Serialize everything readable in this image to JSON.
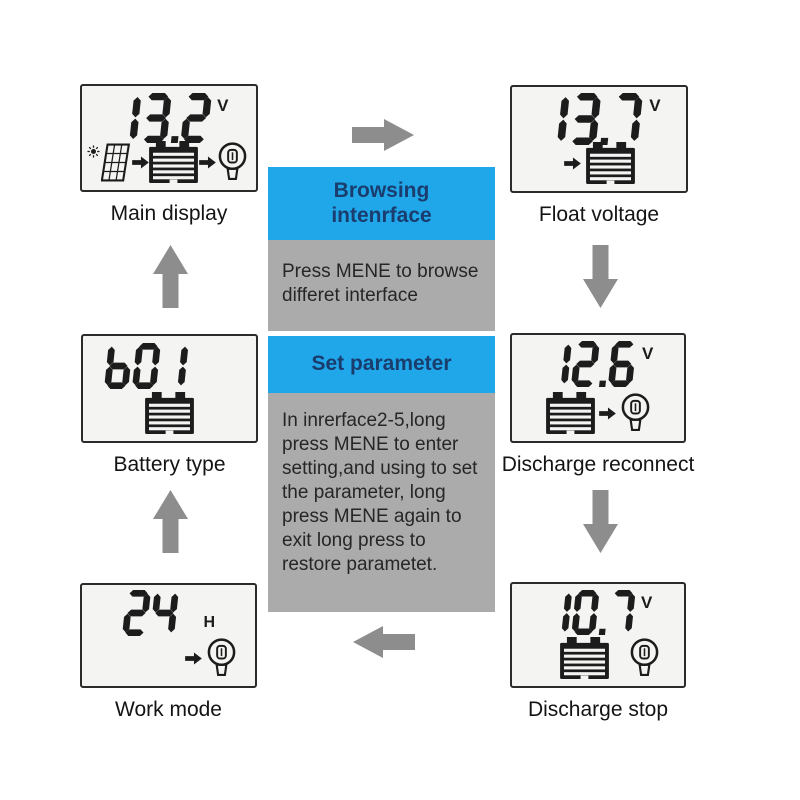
{
  "colors": {
    "blue": "#1FA7E9",
    "blue_text": "#1A3D6E",
    "panel_gray": "#ABABAB",
    "arrow_gray": "#8D8D8D",
    "lcd_bg": "#F4F4F2",
    "lcd_border": "#2B2B2B",
    "ink": "#1C1C1C",
    "label_text": "#141414",
    "body_text": "#262626"
  },
  "displays": [
    {
      "value": "13.2",
      "unit": "V",
      "label": "Main display",
      "icons": [
        "sun",
        "solar-panel",
        "arrow-right",
        "battery",
        "arrow-right",
        "bulb"
      ]
    },
    {
      "value": "13.7",
      "unit": "V",
      "label": "Float voltage",
      "icons": [
        "arrow-right",
        "battery"
      ]
    },
    {
      "value": "b01",
      "unit": "",
      "label": "Battery type",
      "icons": [
        "battery"
      ]
    },
    {
      "value": "12.6",
      "unit": "V",
      "label": "Discharge reconnect",
      "icons": [
        "battery",
        "arrow-right",
        "bulb"
      ]
    },
    {
      "value": "24",
      "unit": "H",
      "label": "Work mode",
      "icons": [
        "arrow-right",
        "bulb"
      ]
    },
    {
      "value": "10.7",
      "unit": "V",
      "label": "Discharge stop",
      "icons": [
        "battery",
        "bulb"
      ]
    }
  ],
  "center_panel": {
    "browsing_title": "Browsing intenrface",
    "browsing_body": "Press MENE to browse differet interface",
    "set_title": "Set parameter",
    "set_body": "In inrerface2-5,long press MENE to enter setting,and using to set the parameter, long press MENE again to exit long press to restore parametet."
  },
  "flow_arrows": [
    {
      "from": "Main display",
      "to": "Float voltage",
      "direction": "right"
    },
    {
      "from": "Float voltage",
      "to": "Discharge reconnect",
      "direction": "down"
    },
    {
      "from": "Discharge reconnect",
      "to": "Discharge stop",
      "direction": "down"
    },
    {
      "from": "Discharge stop",
      "to": "Work mode",
      "direction": "left"
    },
    {
      "from": "Work mode",
      "to": "Battery type",
      "direction": "up"
    },
    {
      "from": "Battery type",
      "to": "Main display",
      "direction": "up"
    }
  ]
}
